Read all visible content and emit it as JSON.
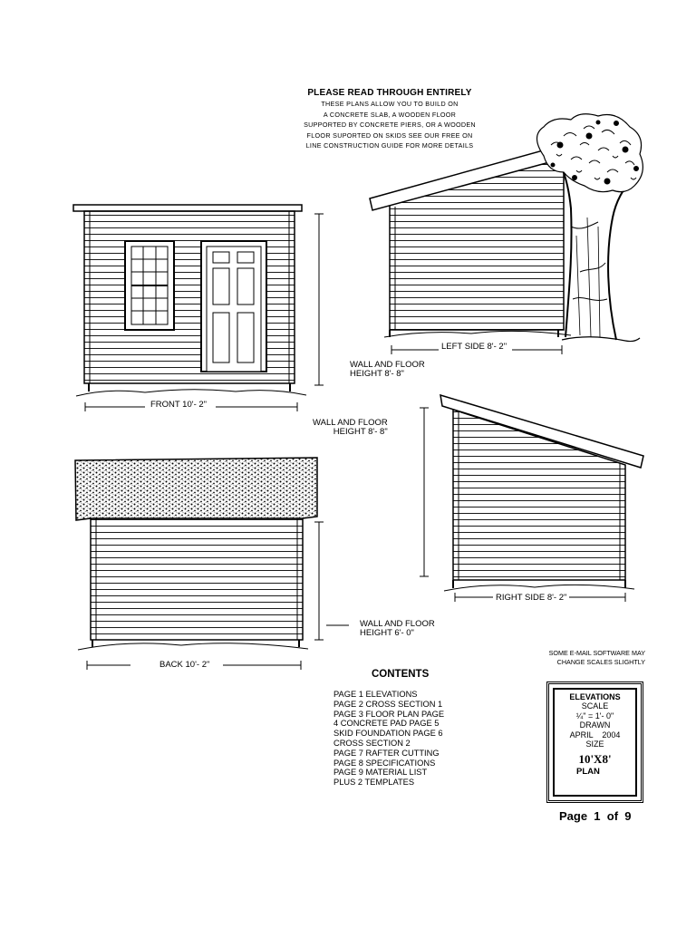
{
  "note": {
    "title": "PLEASE READ THROUGH ENTIRELY",
    "lines": [
      "THESE PLANS ALLOW YOU TO BUILD ON",
      "A CONCRETE SLAB, A WOODEN FLOOR",
      "SUPPORTED BY CONCRETE PIERS, OR A WOODEN",
      "FLOOR SUPORTED ON SKIDS SEE OUR FREE ON",
      "LINE CONSTRUCTION GUIDE FOR MORE DETAILS"
    ]
  },
  "labels": {
    "front": "FRONT  10'- 2\"",
    "left_side": "LEFT SIDE  8'- 2\"",
    "right_side": "RIGHT SIDE  8'- 2\"",
    "back": "BACK  10'- 2\"",
    "wall_floor_front_1": "WALL AND FLOOR",
    "wall_floor_front_2": "HEIGHT  8'- 8\"",
    "wall_floor_right_1": "WALL AND FLOOR",
    "wall_floor_right_2": "HEIGHT  8'- 8\"",
    "wall_floor_back_1": "WALL AND FLOOR",
    "wall_floor_back_2": "HEIGHT  6'- 0\""
  },
  "email_note": {
    "line1": "SOME E-MAIL SOFTWARE MAY",
    "line2": "CHANGE SCALES SLIGHTLY"
  },
  "contents": {
    "title": "CONTENTS",
    "items": [
      "PAGE  1  ELEVATIONS",
      "PAGE  2  CROSS  SECTION 1",
      "PAGE  3  FLOOR  PLAN PAGE",
      "4  CONCRETE  PAD PAGE  5",
      "SKID FOUNDATION PAGE  6",
      "CROSS  SECTION 2",
      "PAGE  7  RAFTER CUTTING",
      "PAGE  8  SPECIFICATIONS",
      "PAGE  9  MATERIAL  LIST",
      "PLUS  2  TEMPLATES"
    ]
  },
  "title_block": {
    "heading": "ELEVATIONS",
    "scale_label": "SCALE",
    "scale_value": "¼\" = 1'- 0\"",
    "drawn_label": "DRAWN",
    "drawn_date": "APRIL    2004",
    "size_label": "SIZE",
    "size_value": "10'X8'",
    "plan_label": "PLAN"
  },
  "page": "Page  1  of  9"
}
